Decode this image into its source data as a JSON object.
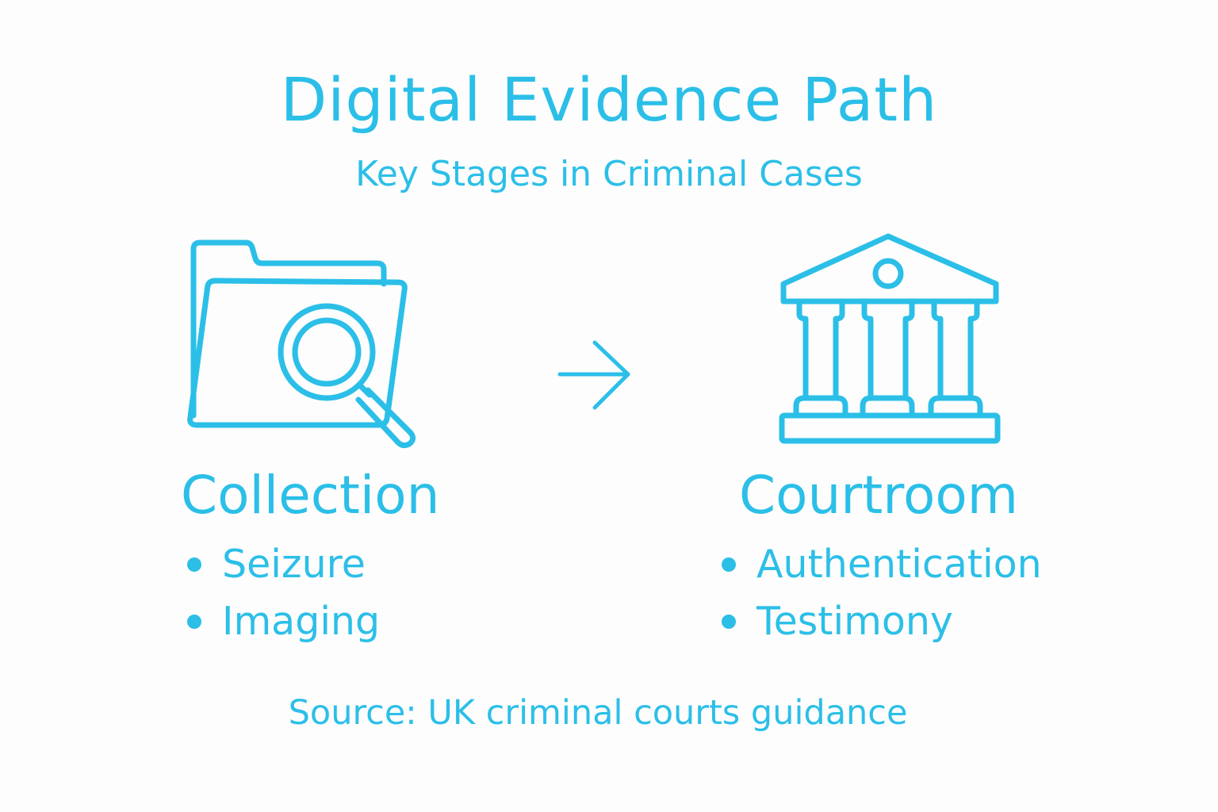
{
  "header": {
    "title": "Digital Evidence Path",
    "subtitle": "Key Stages in Criminal Cases"
  },
  "stages": [
    {
      "label": "Collection",
      "icon": "folder-magnifier-icon",
      "items": [
        "Seizure",
        "Imaging"
      ]
    },
    {
      "label": "Courtroom",
      "icon": "courthouse-icon",
      "items": [
        "Authentication",
        "Testimony"
      ]
    }
  ],
  "connector_icon": "right-arrow-icon",
  "footer": {
    "source": "Source: UK criminal courts guidance"
  },
  "colors": {
    "accent": "#2bbfe8",
    "background": "#fdfdfd"
  }
}
